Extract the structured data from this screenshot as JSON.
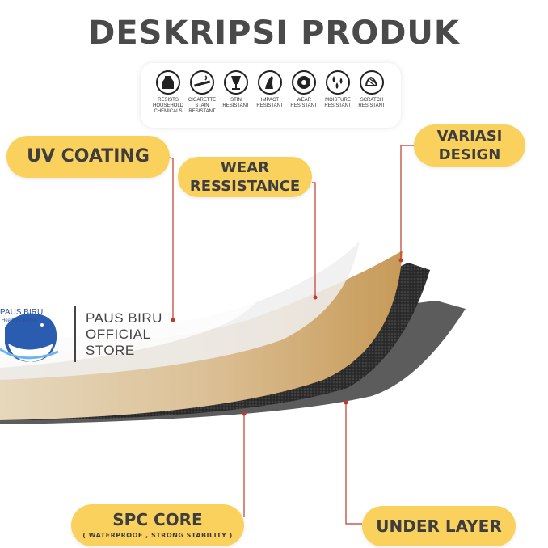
{
  "title": "DESKRIPSI PRODUK",
  "icons": [
    {
      "name": "resists-household-chemicals-icon",
      "label": "RESISTS\nHOUSEHOLD\nCHEMICALS"
    },
    {
      "name": "cigarette-stain-resistant-icon",
      "label": "CIGARETTE\nSTAIN\nRESISTANT"
    },
    {
      "name": "stain-resistant-icon",
      "label": "STIN\nRESISTANT"
    },
    {
      "name": "impact-resistant-icon",
      "label": "IMPACT\nRESISTANT"
    },
    {
      "name": "wear-resistant-icon",
      "label": "WEAR\nRESISTANT"
    },
    {
      "name": "moisture-resistant-icon",
      "label": "MOISTURE\nRESISTANT"
    },
    {
      "name": "scratch-resistant-icon",
      "label": "SCRATCH\nRESISTANT"
    }
  ],
  "labels": {
    "uv_coating": "UV COATING",
    "wear_line1": "WEAR",
    "wear_line2": "RESSISTANCE",
    "variasi_line1": "VARIASI",
    "variasi_line2": "DESIGN",
    "spc_core": "SPC CORE",
    "spc_core_sub": "( WATERPROOF , STRONG STABILITY )",
    "under_layer": "UNDER LAYER"
  },
  "brand": {
    "name": "PAUS BIRU",
    "tagline": "Healthy Lifestyle",
    "store_line1": "PAUS BIRU",
    "store_line2": "OFFICIAL",
    "store_line3": "STORE"
  },
  "colors": {
    "pill": "#fbd15e",
    "leader": "#c0392b",
    "title": "#4a4a4a"
  }
}
